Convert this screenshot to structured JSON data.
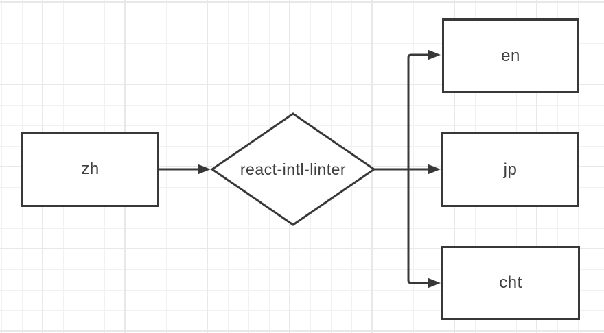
{
  "canvas": {
    "background_color": "#ffffff",
    "grid_minor_color": "#f1f1f1",
    "grid_major_color": "#e8e8e8",
    "shape_stroke_color": "#383838",
    "shape_fill_color": "#ffffff",
    "text_color": "#3f3f3f"
  },
  "diagram": {
    "nodes": [
      {
        "id": "zh",
        "label": "zh",
        "shape": "rectangle"
      },
      {
        "id": "react-intl-linter",
        "label": "react-intl-linter",
        "shape": "diamond"
      },
      {
        "id": "en",
        "label": "en",
        "shape": "rectangle"
      },
      {
        "id": "jp",
        "label": "jp",
        "shape": "rectangle"
      },
      {
        "id": "cht",
        "label": "cht",
        "shape": "rectangle"
      }
    ],
    "edges": [
      {
        "from": "zh",
        "to": "react-intl-linter",
        "arrow": "end"
      },
      {
        "from": "react-intl-linter",
        "to": "en",
        "arrow": "end"
      },
      {
        "from": "react-intl-linter",
        "to": "jp",
        "arrow": "end"
      },
      {
        "from": "react-intl-linter",
        "to": "cht",
        "arrow": "end"
      }
    ]
  }
}
